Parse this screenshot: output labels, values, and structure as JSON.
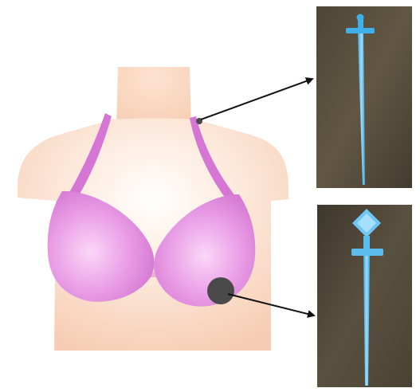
{
  "figure": {
    "colors": {
      "skin_light": "#fde9dc",
      "skin_mid": "#f7d3bd",
      "bra_light": "#f6b5f2",
      "bra_mid": "#e58ee0",
      "bra_dark": "#c262c2",
      "marker": "#4a4a4a",
      "arrow": "#111111",
      "photo_bg": "#5a5040",
      "photo_bg_dark": "#3f382c",
      "part_blue": "#49b6ea",
      "part_blue_light": "#8fd3f5"
    },
    "icons": [
      "torso-illustration",
      "bra-illustration",
      "strap-marker",
      "cup-marker",
      "arrow",
      "photo"
    ]
  }
}
